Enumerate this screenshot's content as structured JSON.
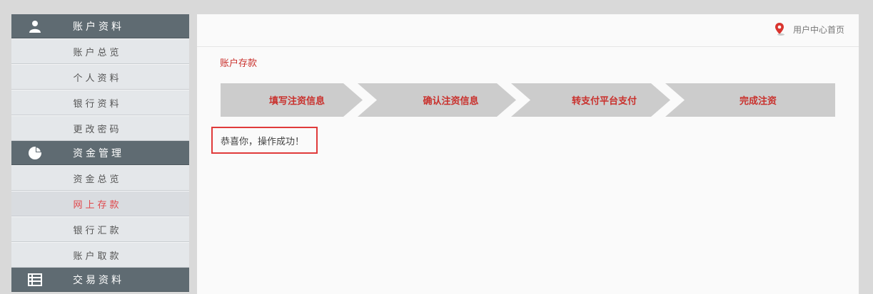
{
  "sidebar": {
    "groups": [
      {
        "title": "账户资料",
        "icon": "user-icon",
        "items": [
          "账户总览",
          "个人资料",
          "银行资料",
          "更改密码"
        ]
      },
      {
        "title": "资金管理",
        "icon": "pie-chart-icon",
        "items": [
          "资金总览",
          "网上存款",
          "银行汇款",
          "账户取款"
        ]
      },
      {
        "title": "交易资料",
        "icon": "list-icon",
        "items": []
      }
    ],
    "active_item": "网上存款"
  },
  "header": {
    "home_link": "用户中心首页",
    "home_icon": "location-pin-icon"
  },
  "main": {
    "title": "账户存款",
    "steps": [
      "填写注资信息",
      "确认注资信息",
      "转支付平台支付",
      "完成注资"
    ],
    "success_message": "恭喜你，操作成功！"
  },
  "colors": {
    "sidebar_header": "#5f6b72",
    "accent_red": "#c9302c",
    "highlight_border": "#e03a3a",
    "step_bg": "#cccccc"
  }
}
